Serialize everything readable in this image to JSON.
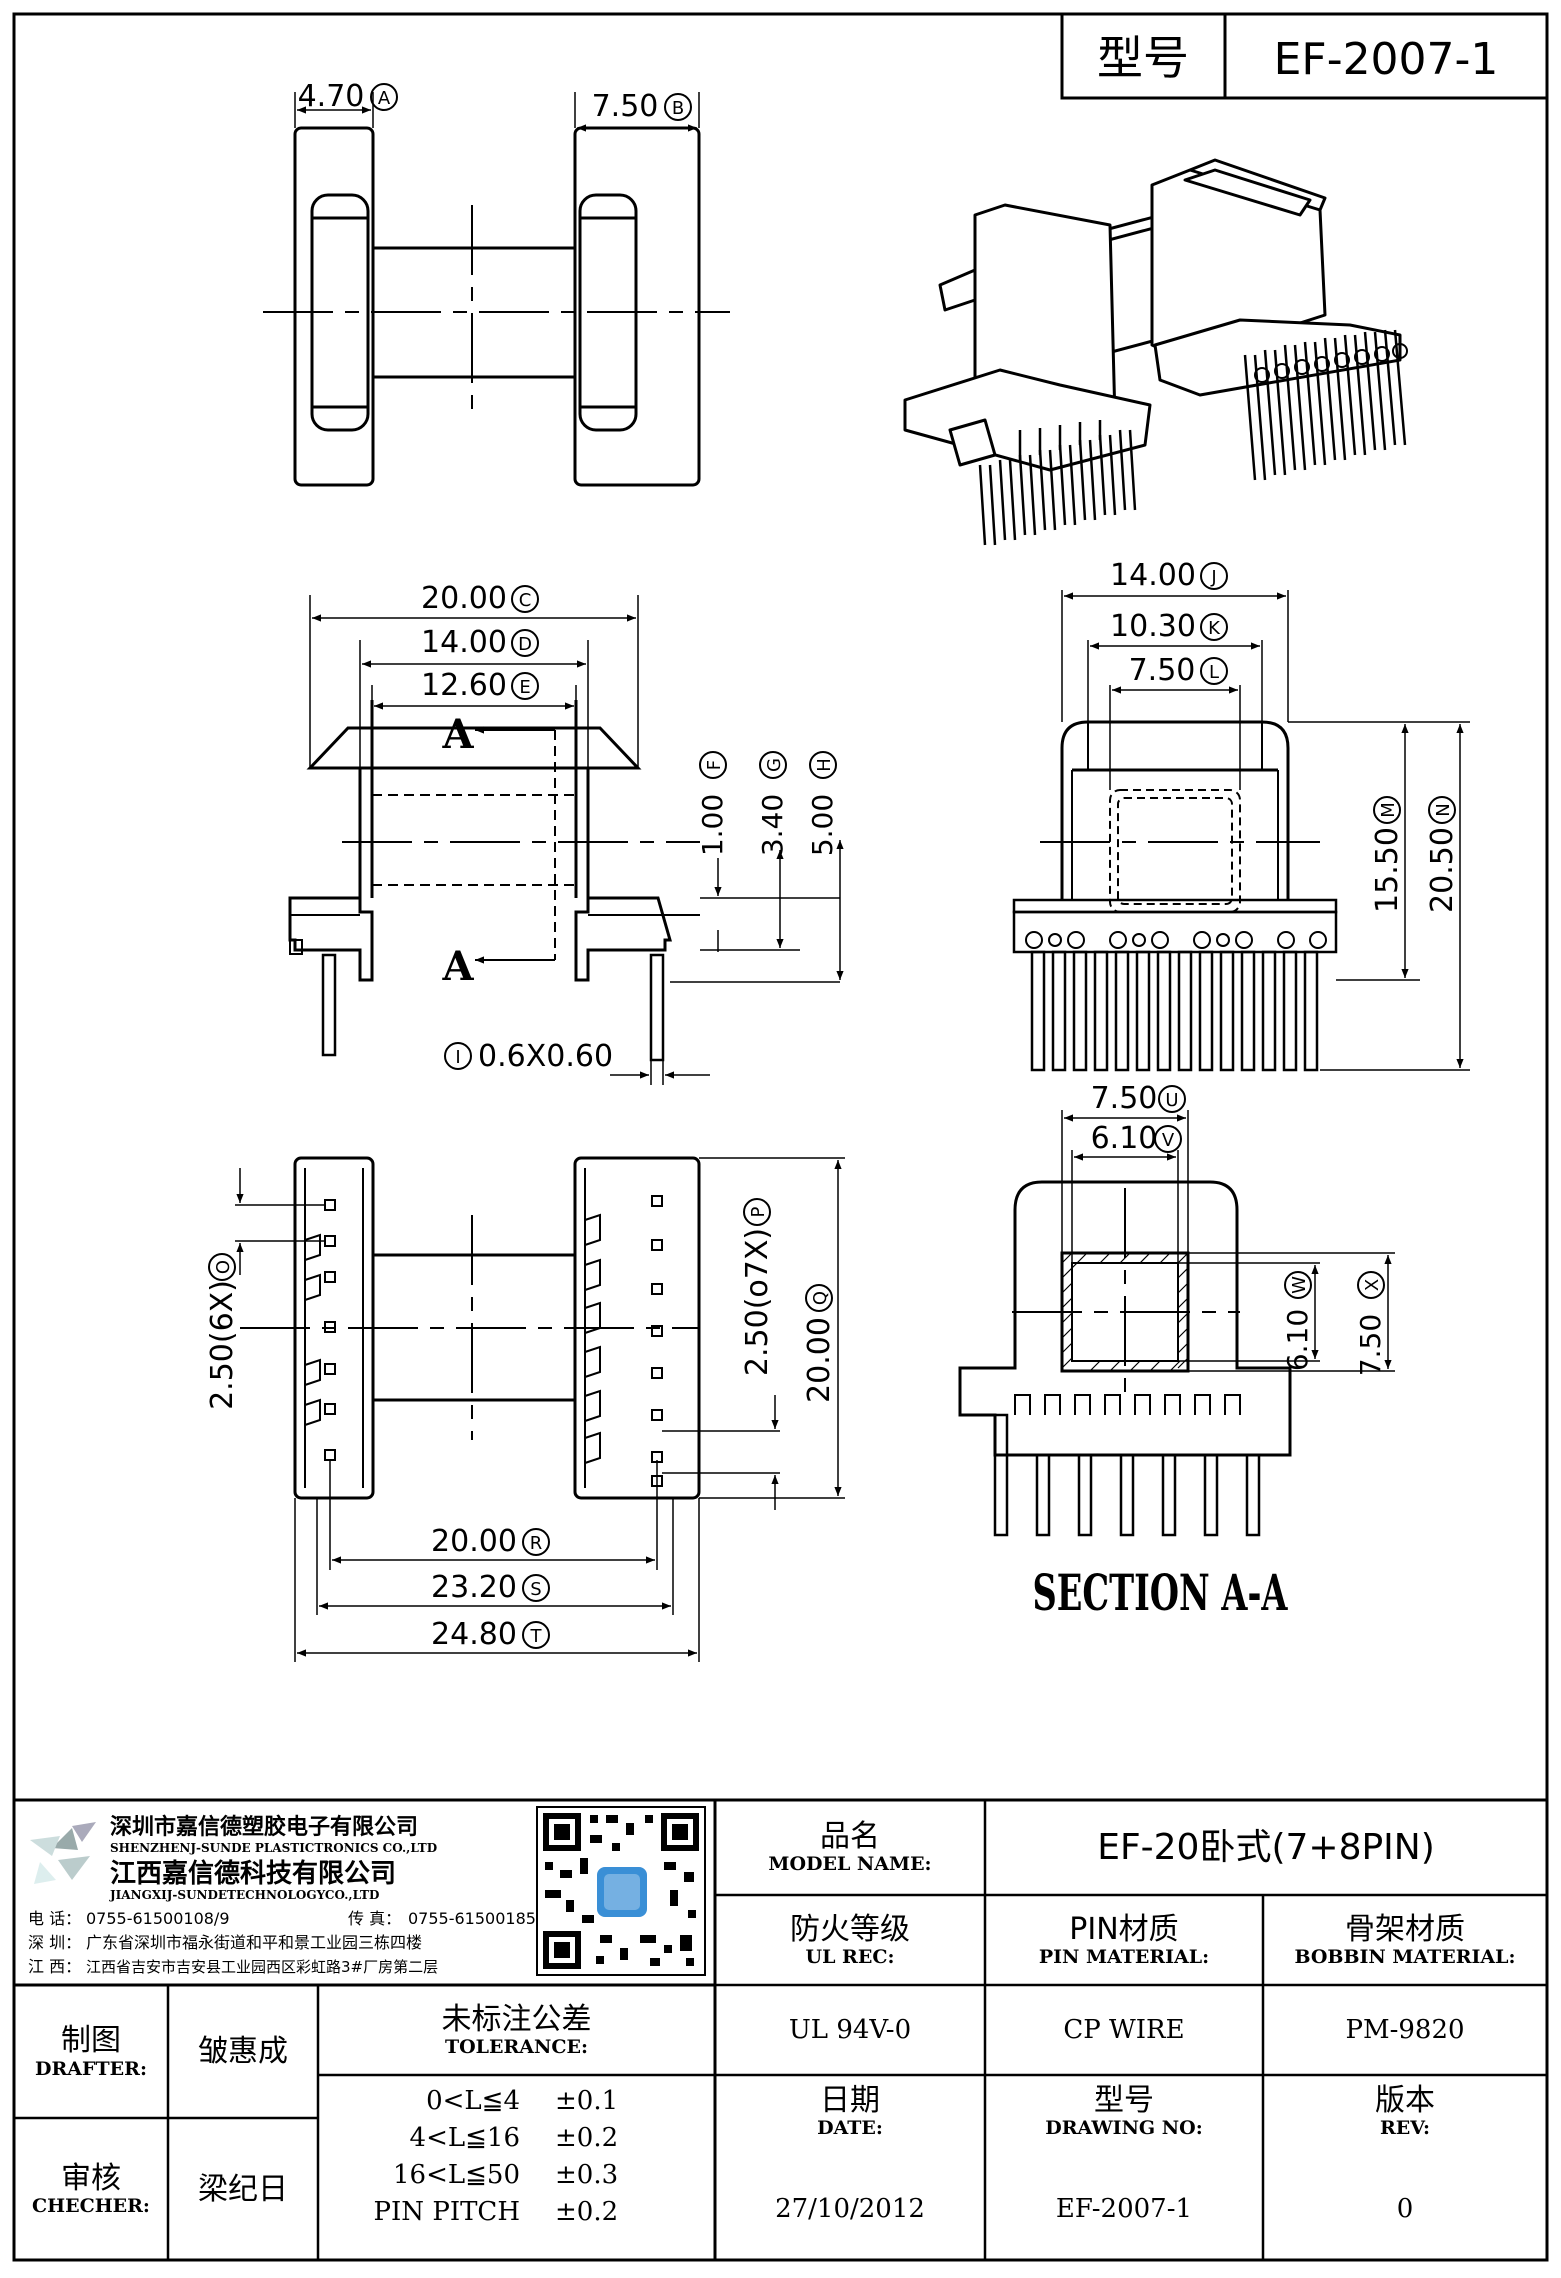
{
  "header": {
    "model_label": "型号",
    "model_value": "EF-2007-1"
  },
  "dimensions": {
    "a": "4.70",
    "b": "7.50",
    "c": "20.00",
    "d": "14.00",
    "e": "12.60",
    "f": "1.00",
    "g": "3.40",
    "h": "5.00",
    "i": "0.6X0.60",
    "j": "14.00",
    "k": "10.30",
    "l": "7.50",
    "m": "15.50",
    "n": "20.50",
    "o": "2.50(6X)",
    "p": "2.50(o7X)",
    "q": "20.00",
    "r": "20.00",
    "s": "23.20",
    "t": "24.80",
    "u": "7.50",
    "v": "6.10",
    "w": "6.10",
    "x": "7.50"
  },
  "circle_letters": {
    "a": "A",
    "b": "B",
    "c": "C",
    "d": "D",
    "e": "E",
    "f": "F",
    "g": "G",
    "h": "H",
    "i": "I",
    "j": "J",
    "k": "K",
    "l": "L",
    "m": "M",
    "n": "N",
    "o": "O",
    "p": "P",
    "q": "Q",
    "r": "R",
    "s": "S",
    "t": "T",
    "u": "U",
    "v": "V",
    "w": "W",
    "x": "X"
  },
  "section_marker": "A",
  "section_title": "SECTION A-A",
  "company": {
    "name_cn_1": "深圳市嘉信德塑胶电子有限公司",
    "name_en_1": "SHENZHENJ-SUNDE PLASTICTRONICS CO.,LTD",
    "name_cn_2": "江西嘉信德科技有限公司",
    "name_en_2": "JIANGXIJ-SUNDETECHNOLOGYCO.,LTD",
    "tel_label": "电 话：",
    "tel": "0755-61500108/9",
    "fax_label": "传 真：",
    "fax": "0755-61500185",
    "sz_label": "深 圳：",
    "sz_addr": "广东省深圳市福永街道和平和景工业园三栋四楼",
    "jx_label": "江 西：",
    "jx_addr": "江西省吉安市吉安县工业园西区彩虹路3#厂房第二层"
  },
  "title_block": {
    "model_name_cn": "品名",
    "model_name_en": "MODEL NAME:",
    "model_name_value": "EF-20卧式(7+8PIN)",
    "ul_cn": "防火等级",
    "ul_en": "UL REC:",
    "ul_value": "UL 94V-0",
    "pin_cn": "PIN材质",
    "pin_en": "PIN MATERIAL:",
    "pin_value": "CP WIRE",
    "bobbin_cn": "骨架材质",
    "bobbin_en": "BOBBIN MATERIAL:",
    "bobbin_value": "PM-9820",
    "drafter_cn": "制图",
    "drafter_en": "DRAFTER:",
    "drafter_value": "皱惠成",
    "checker_cn": "审核",
    "checker_en": "CHECHER:",
    "checker_value": "梁纪日",
    "tolerance_cn": "未标注公差",
    "tolerance_en": "TOLERANCE:",
    "tolerances": [
      {
        "range": "0<L≦4",
        "value": "±0.1"
      },
      {
        "range": "4<L≦16",
        "value": "±0.2"
      },
      {
        "range": "16<L≦50",
        "value": "±0.3"
      },
      {
        "range": "PIN PITCH",
        "value": "±0.2"
      }
    ],
    "date_cn": "日期",
    "date_en": "DATE:",
    "date_value": "27/10/2012",
    "drawing_cn": "型号",
    "drawing_en": "DRAWING NO:",
    "drawing_value": "EF-2007-1",
    "rev_cn": "版本",
    "rev_en": "REV:",
    "rev_value": "0"
  }
}
